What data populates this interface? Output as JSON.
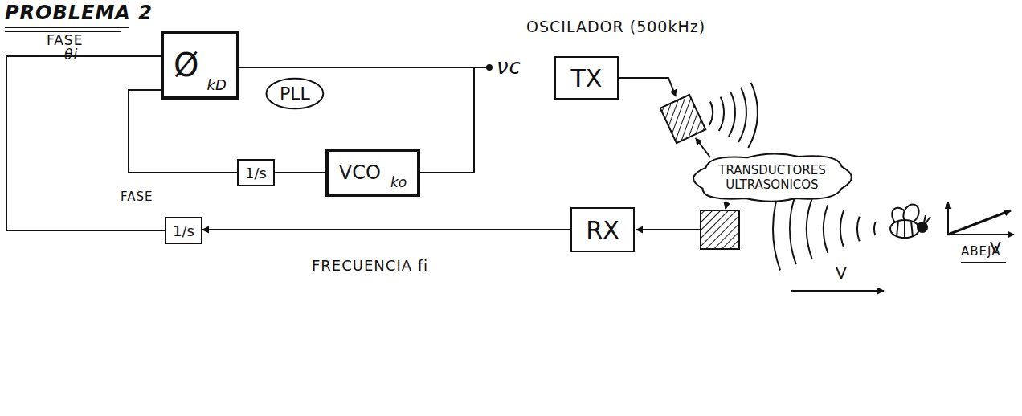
{
  "diagram": {
    "title": "PROBLEMA 2",
    "nodes": [
      {
        "text": [
          "Ø",
          "kD"
        ]
      },
      {
        "text": [
          "PLL"
        ]
      },
      {
        "text": [
          "1/s"
        ]
      },
      {
        "text": [
          "VCO",
          "ko"
        ]
      },
      {
        "text": [
          "TX"
        ]
      },
      {
        "text": [
          "TRANSDUCTORES ULTRASONICOS"
        ]
      },
      {
        "text": [
          "RX"
        ]
      },
      {
        "text": [
          "1/s"
        ]
      }
    ],
    "edges": [
      {
        "from": 0,
        "to": 3,
        "arrow": "none"
      },
      {
        "from": 3,
        "to": 2,
        "arrow": "none"
      },
      {
        "from": 2,
        "to": 0,
        "arrow": "none"
      },
      {
        "from": 6,
        "to": 7,
        "arrow": "to"
      },
      {
        "from": 7,
        "to": 0,
        "arrow": "none"
      }
    ],
    "labels": [
      "FASE",
      "θi",
      "νc",
      "FASE",
      "OSCILADOR (500kHz)",
      "ABEJA",
      "V",
      "V",
      "FRECUENCIA fi"
    ]
  }
}
